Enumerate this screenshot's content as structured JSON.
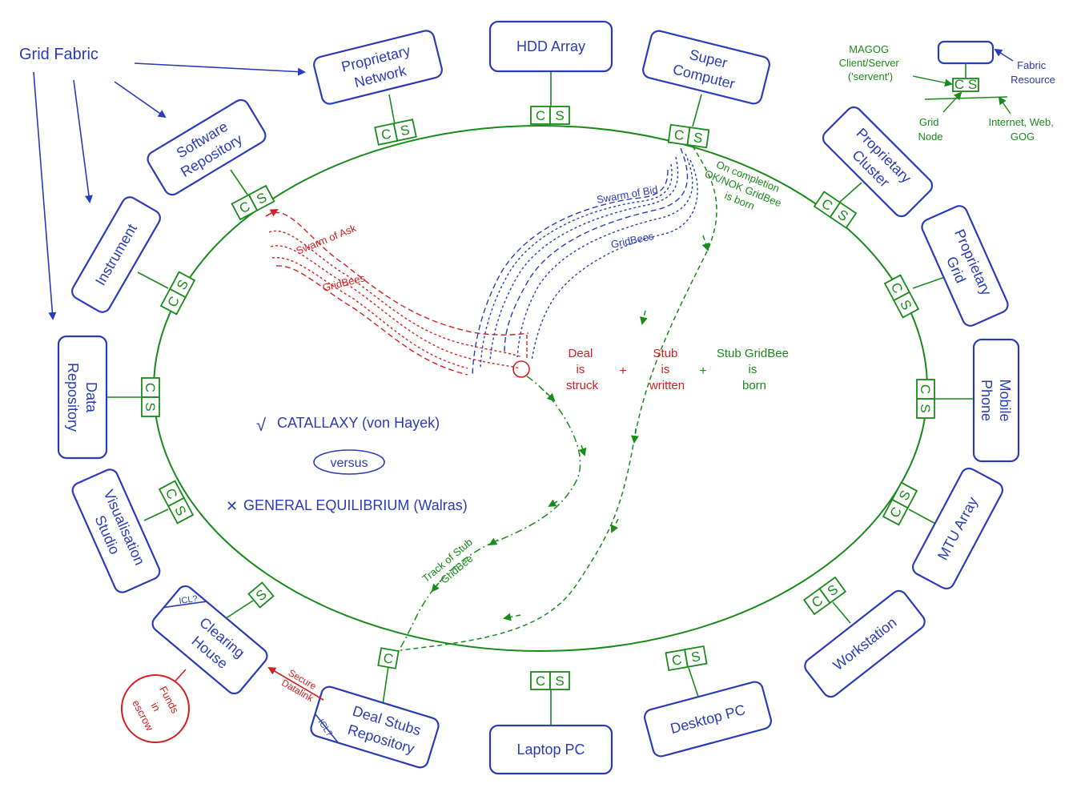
{
  "legend": {
    "grid_fabric": "Grid Fabric",
    "magog_line1": "MAGOG",
    "magog_line2": "Client/Server",
    "magog_line3": "('servent')",
    "fabric_line1": "Fabric",
    "fabric_line2": "Resource",
    "gridnode_line1": "Grid",
    "gridnode_line2": "Node",
    "internet_line1": "Internet, Web,",
    "internet_line2": "GOG",
    "cs": "C S"
  },
  "nodes": {
    "proprietary_network": [
      "Proprietary",
      "Network"
    ],
    "hdd_array": [
      "HDD Array"
    ],
    "super_computer": [
      "Super",
      "Computer"
    ],
    "software_repository": [
      "Software",
      "Repository"
    ],
    "proprietary_cluster": [
      "Proprietary",
      "Cluster"
    ],
    "instrument": [
      "Instrument"
    ],
    "proprietary_grid": [
      "Proprietary",
      "Grid"
    ],
    "data_repository": [
      "Data",
      "Repository"
    ],
    "mobile_phone": [
      "Mobile",
      "Phone"
    ],
    "visualisation_studio": [
      "Visualisation",
      "Studio"
    ],
    "mtu_array": [
      "MTU Array"
    ],
    "clearing_house": [
      "Clearing",
      "House"
    ],
    "workstation": [
      "Workstation"
    ],
    "deal_stubs_repository": [
      "Deal Stubs",
      "Repository"
    ],
    "laptop_pc": [
      "Laptop PC"
    ],
    "desktop_pc": [
      "Desktop PC"
    ],
    "icl_tag": "ICL?"
  },
  "ports": {
    "c": "C",
    "s": "S"
  },
  "flows": {
    "swarm_ask": "Swarm of Ask",
    "gridbees_ask": "GridBees",
    "swarm_bid": "Swarm of Bid",
    "gridbees_bid": "GridBees",
    "completion_line1": "On completion",
    "completion_line2": "OK/NOK GridBee",
    "completion_line3": "is born",
    "track_line1": "Track of Stub",
    "track_line2": "GridBee",
    "secure_line1": "Secure",
    "secure_line2": "Datalink",
    "funds_line1": "Funds",
    "funds_line2": "in",
    "funds_line3": "escrow"
  },
  "outcome": {
    "deal": [
      "Deal",
      "is",
      "struck"
    ],
    "stub": [
      "Stub",
      "is",
      "written"
    ],
    "gridbee": [
      "Stub GridBee",
      "is",
      "born"
    ],
    "plus": "+"
  },
  "theory": {
    "check": "√",
    "catallaxy": "CATALLAXY (von Hayek)",
    "versus": "versus",
    "cross": "✕",
    "equilibrium": "GENERAL EQUILIBRIUM (Walras)"
  },
  "colors": {
    "blue": "#2a3db8",
    "green": "#1a8a1a",
    "red": "#d62020"
  }
}
